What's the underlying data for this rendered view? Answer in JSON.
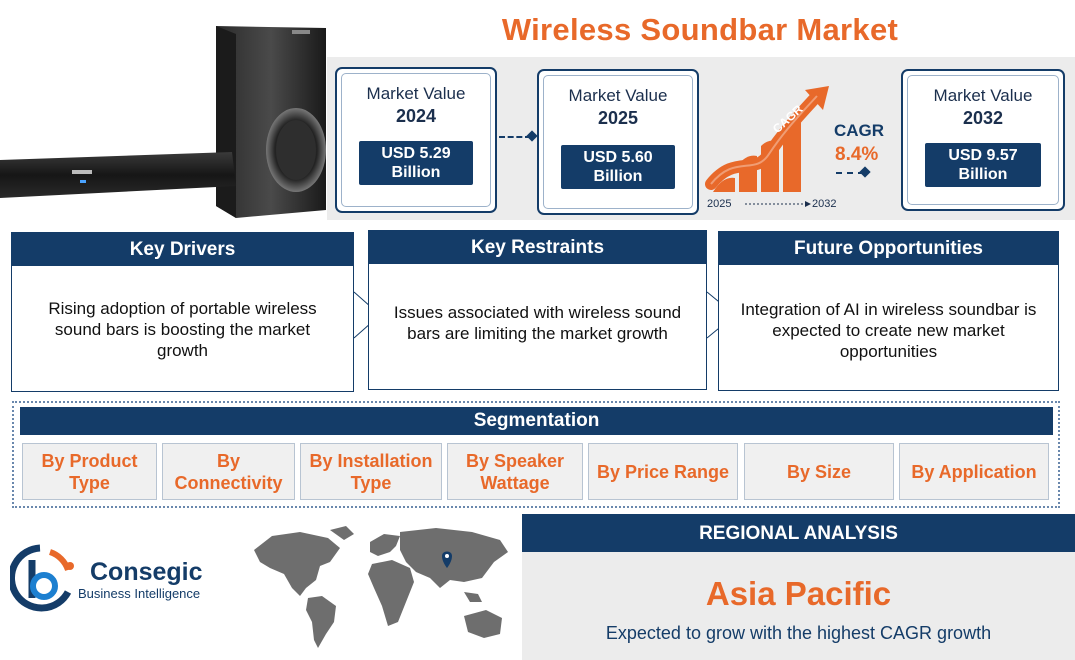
{
  "title": "Wireless Soundbar Market",
  "market_cards": [
    {
      "label": "Market Value",
      "year": "2024",
      "value": "USD 5.29 Billion"
    },
    {
      "label": "Market Value",
      "year": "2025",
      "value": "USD 5.60 Billion"
    },
    {
      "label": "Market Value",
      "year": "2032",
      "value": "USD 9.57 Billion"
    }
  ],
  "cagr": {
    "arrow_label": "CAGR",
    "label": "CAGR",
    "value": "8.4%",
    "start_year": "2025",
    "end_year": "2032"
  },
  "info_boxes": [
    {
      "title": "Key Drivers",
      "text": "Rising adoption of portable wireless sound bars is boosting the market growth"
    },
    {
      "title": "Key Restraints",
      "text": "Issues associated with wireless sound bars are limiting the market growth"
    },
    {
      "title": "Future Opportunities",
      "text": "Integration of AI in wireless soundbar is expected to create new market opportunities"
    }
  ],
  "segmentation": {
    "title": "Segmentation",
    "items": [
      "By Product Type",
      "By Connectivity",
      "By Installation Type",
      "By Speaker Wattage",
      "By Price Range",
      "By Size",
      "By Application"
    ]
  },
  "logo": {
    "brand": "Consegic",
    "tagline": "Business Intelligence"
  },
  "regional": {
    "title": "REGIONAL ANALYSIS",
    "region": "Asia Pacific",
    "description": "Expected to grow with the highest CAGR growth"
  },
  "colors": {
    "navy": "#143c68",
    "orange": "#e8692a",
    "panel_grey": "#ececec"
  },
  "icons": [
    "soundbar-product-image",
    "cagr-growth-bars-icon",
    "world-map-icon",
    "location-pin-icon",
    "consegic-logo-icon"
  ]
}
